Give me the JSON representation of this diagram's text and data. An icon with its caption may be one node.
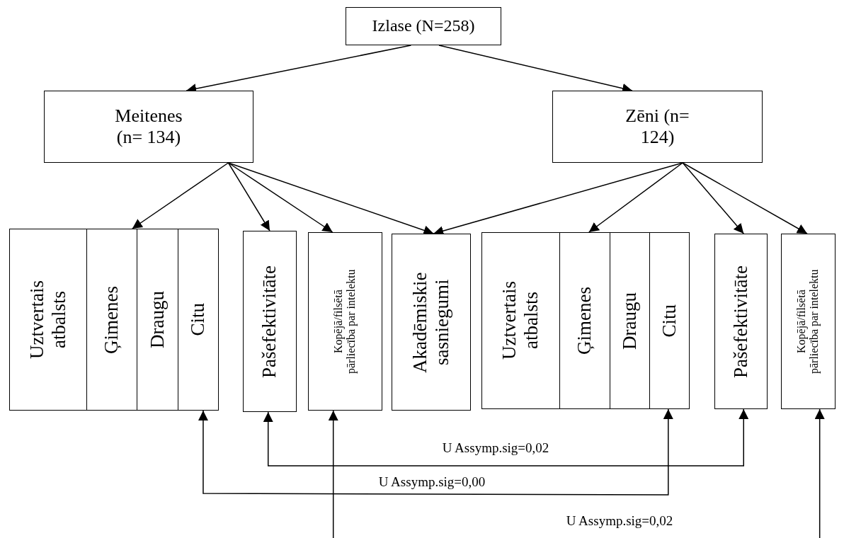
{
  "diagram": {
    "nodes": [
      {
        "text": [
          "Izlase (N=258)"
        ]
      },
      {
        "text": [
          "Meitenes (n= 134)"
        ]
      },
      {
        "text": [
          "Zēni (n= 124)"
        ]
      },
      {
        "text": [
          "Uztvertais atbalsts"
        ]
      },
      {
        "text": [
          "Ģimenes"
        ]
      },
      {
        "text": [
          "Draugu"
        ]
      },
      {
        "text": [
          "Citu"
        ]
      },
      {
        "text": [
          "Pašefektivitāte"
        ]
      },
      {
        "text": [
          "Kopējā/filsētā pārliecība par intelektu"
        ]
      },
      {
        "text": [
          "Akadēmiskie sasniegumi"
        ]
      },
      {
        "text": [
          "Uztvertais atbalsts"
        ]
      },
      {
        "text": [
          "Ģimenes"
        ]
      },
      {
        "text": [
          "Draugu"
        ]
      },
      {
        "text": [
          "Citu"
        ]
      },
      {
        "text": [
          "Pašefektivitāte"
        ]
      },
      {
        "text": [
          "Kopējā/filsētā pārliecība par intelektu"
        ]
      }
    ],
    "edges": [
      {
        "from": 0,
        "to": 1,
        "arrow": "to"
      },
      {
        "from": 0,
        "to": 2,
        "arrow": "to"
      },
      {
        "from": 1,
        "to": 4,
        "arrow": "to"
      },
      {
        "from": 1,
        "to": 7,
        "arrow": "to"
      },
      {
        "from": 1,
        "to": 8,
        "arrow": "to"
      },
      {
        "from": 1,
        "to": 9,
        "arrow": "to"
      },
      {
        "from": 2,
        "to": 9,
        "arrow": "to"
      },
      {
        "from": 2,
        "to": 11,
        "arrow": "to"
      },
      {
        "from": 2,
        "to": 14,
        "arrow": "to"
      },
      {
        "from": 2,
        "to": 15,
        "arrow": "to"
      },
      {
        "from": 7,
        "to": 14,
        "arrow": "both",
        "label": "U Assymp.sig=0,02"
      },
      {
        "from": 6,
        "to": 13,
        "arrow": "both",
        "label": "U Assymp.sig=0,00"
      },
      {
        "from": 8,
        "to": 15,
        "arrow": "both",
        "label": "U Assymp.sig=0,02"
      }
    ]
  }
}
